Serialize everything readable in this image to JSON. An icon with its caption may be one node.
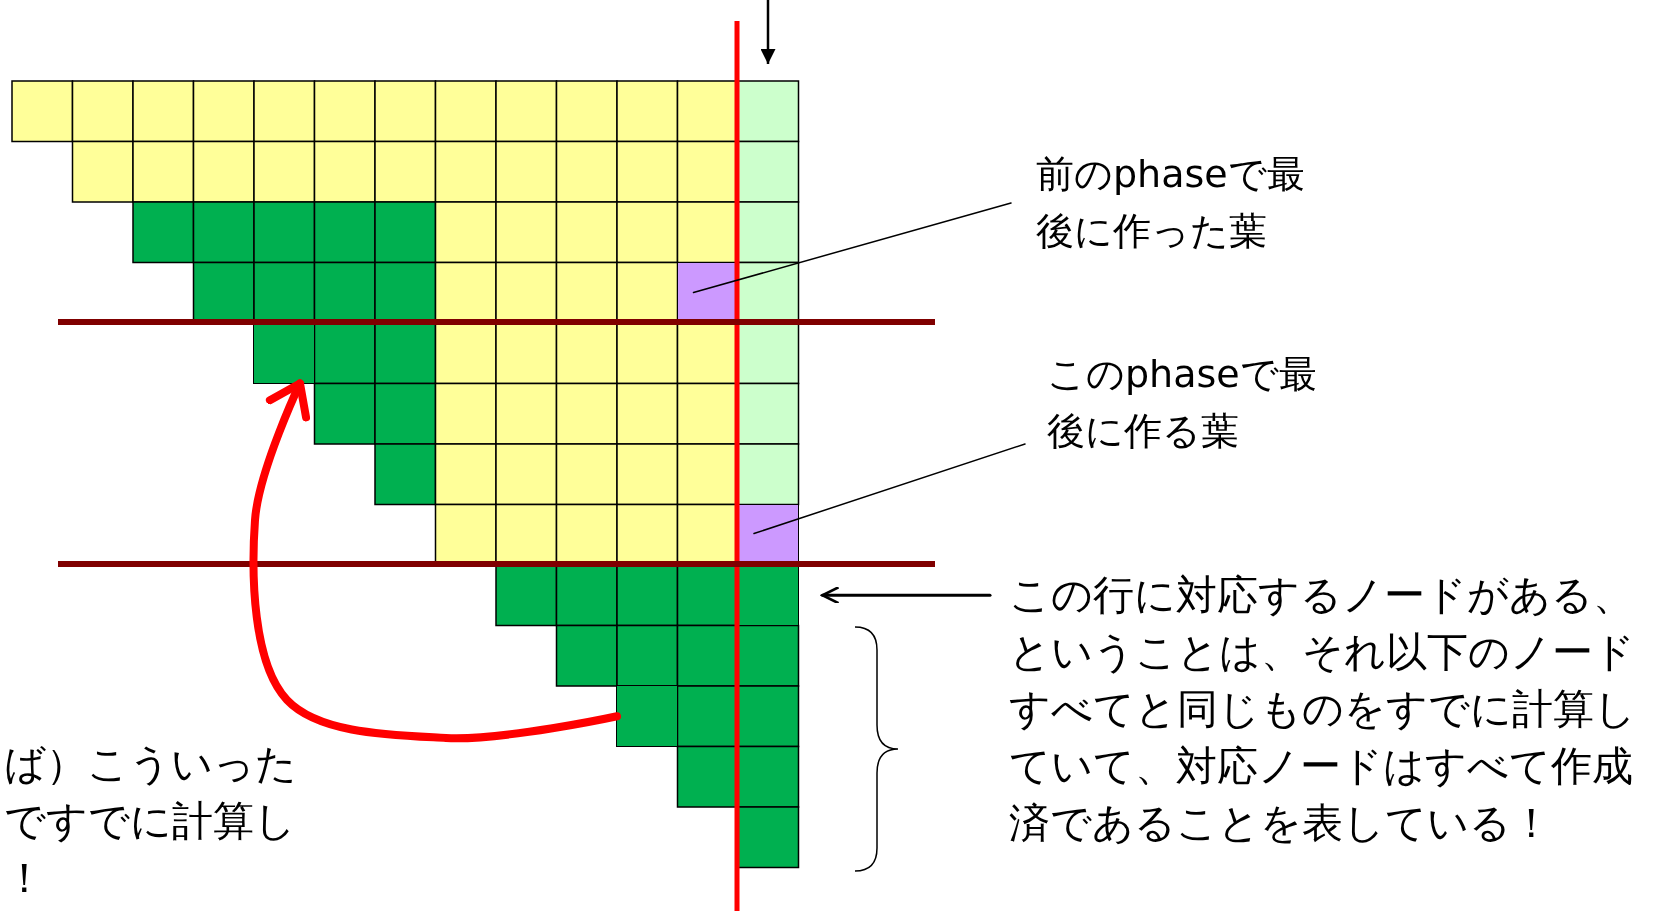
{
  "diagram": {
    "nodes": [
      {
        "text": [
          "前のphaseで最後に作った葉"
        ]
      },
      {
        "text": [],
        "shape": "box"
      },
      {
        "text": [
          "このphaseで最後に作る葉"
        ]
      },
      {
        "text": [],
        "shape": "box"
      },
      {
        "text": [
          "この行に対応するノードがある、ということは、それ以下のノードすべてと同じものをすでに計算していて、対応ノードはすべて作成済であることを表している！"
        ]
      },
      {
        "text": [],
        "shape": "box"
      },
      {
        "text": [],
        "shape": "box"
      },
      {
        "text": [
          "ば）こういったですでに計算し！"
        ]
      },
      {
        "text": [],
        "shape": "box"
      }
    ],
    "edges": [
      {
        "from": 0,
        "to": 1,
        "arrow": "none"
      },
      {
        "from": 2,
        "to": 3,
        "arrow": "none"
      },
      {
        "from": 4,
        "to": 8,
        "arrow": "to"
      },
      {
        "from": 5,
        "to": 6,
        "arrow": "to",
        "style": "thick",
        "color": "#ff0000"
      }
    ]
  }
}
